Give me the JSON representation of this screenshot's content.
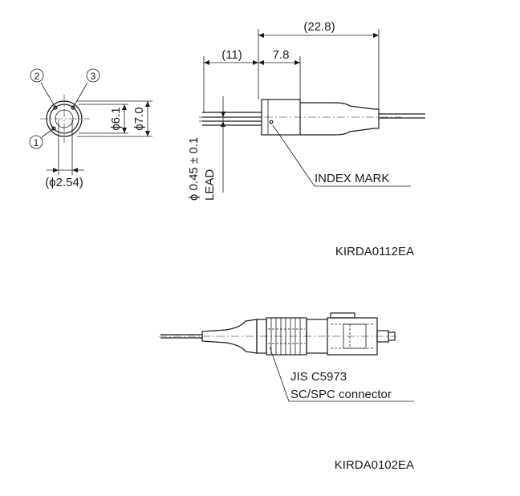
{
  "top_drawing": {
    "dim_overall": "(22.8)",
    "dim_lead": "(11)",
    "dim_body": "7.8",
    "dim_inner_dia": "ϕ6.1",
    "dim_outer_dia": "ϕ7.0",
    "dim_pin_pitch": "(ϕ2.54)",
    "dim_lead_dia": "ϕ 0.45 ± 0.1",
    "lead_label": "LEAD",
    "pin_1": "1",
    "pin_2": "2",
    "pin_3": "3",
    "index_mark_label": "INDEX MARK",
    "drawing_code": "KIRDA0112EA"
  },
  "bottom_drawing": {
    "connector_std": "JIS C5973",
    "connector_type": "SC/SPC connector",
    "drawing_code": "KIRDA0102EA"
  }
}
